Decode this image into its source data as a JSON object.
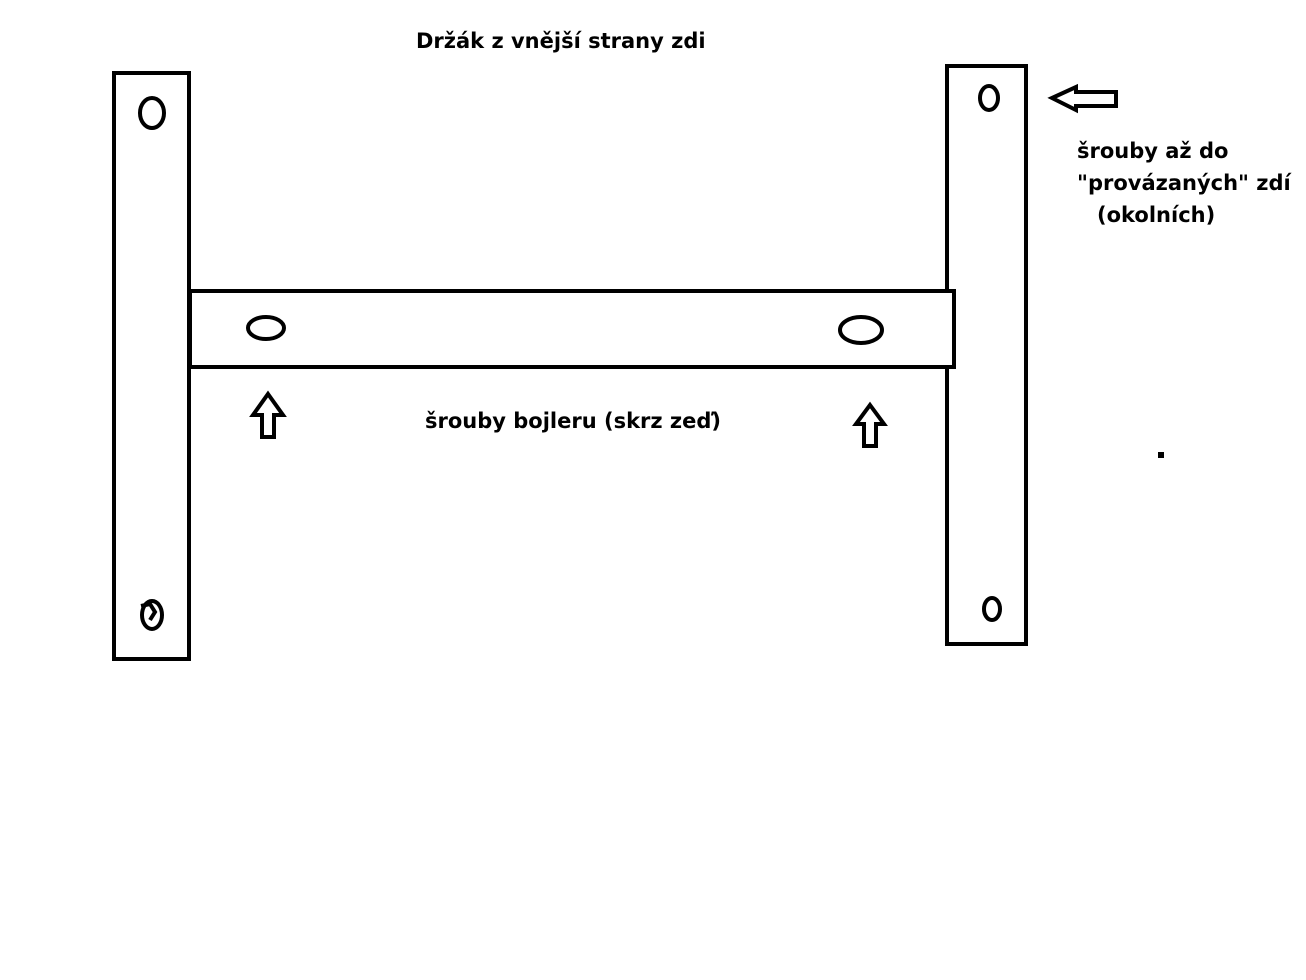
{
  "diagram": {
    "title": "Držák z vnější strany zdi",
    "label_wall_screws": {
      "line1": "šrouby až do",
      "line2": "\"provázaných\" zdí",
      "line3": "(okolních)"
    },
    "label_boiler_screws": "šrouby bojleru (skrz zeď)",
    "stroke_color": "#000000",
    "fill_color": "#ffffff"
  }
}
